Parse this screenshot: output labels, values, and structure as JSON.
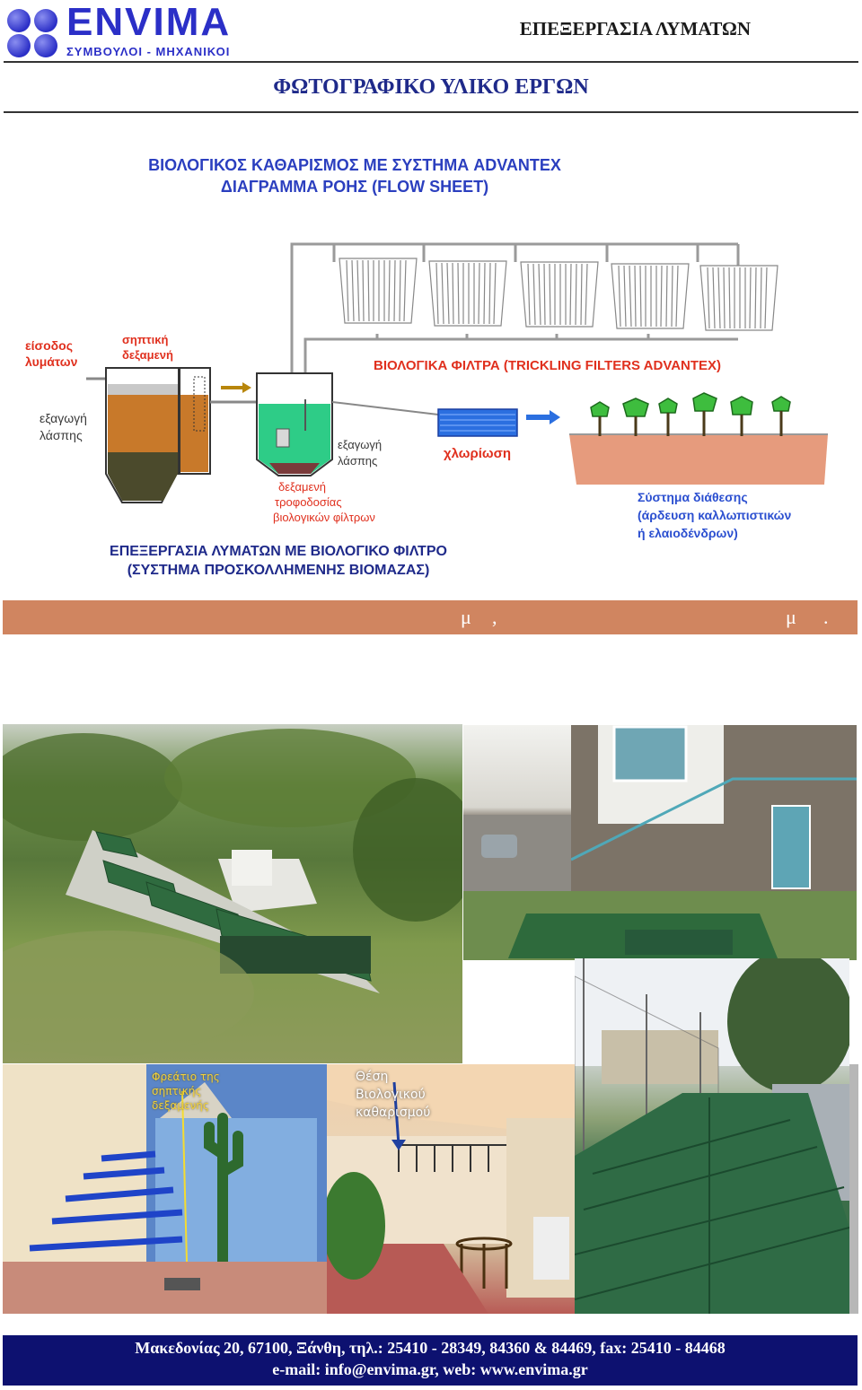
{
  "header": {
    "logo_word": "ENVIMA",
    "logo_subtitle": "ΣΥΜΒΟΥΛΟΙ - ΜΗΧΑΝΙΚΟΙ",
    "title": "ΕΠΕΞΕΡΓΑΣΙΑ ΛΥΜΑΤΩΝ"
  },
  "page_title": "ΦΩΤΟΓΡΑΦΙΚΟ ΥΛΙΚΟ ΕΡΓΩΝ",
  "diagram": {
    "title_line1": "ΒΙΟΛΟΓΙΚΟΣ ΚΑΘΑΡΙΣΜΟΣ ΜΕ ΣΥΣΤΗΜΑ ADVANTEX",
    "title_line2": "ΔΙΑΓΡΑΜΜΑ ΡΟΗΣ (FLOW SHEET)",
    "labels": {
      "inlet": [
        "είσοδος",
        "λυμάτων"
      ],
      "septic": [
        "σηπτική",
        "δεξαμενή"
      ],
      "sludge_out_1": [
        "εξαγωγή",
        "λάσπης"
      ],
      "sludge_out_2": [
        "εξαγωγή",
        "λάσπης"
      ],
      "feed_tank": [
        "δεξαμενή",
        "τροφοδοσίας",
        "βιολογικών φίλτρων"
      ],
      "filters": "ΒΙΟΛΟΓΙΚΑ ΦΙΛΤΡΑ (TRICKLING FILTERS ADVANTEX)",
      "chlorination": "χλωρίωση",
      "disposal": [
        "Σύστημα διάθεσης",
        "(άρδευση καλλωπιστικών",
        "ή ελαιοδένδρων)"
      ]
    },
    "bottom_line1": "ΕΠΕΞΕΡΓΑΣΙΑ ΛΥΜΑΤΩΝ ΜΕ ΒΙΟΛΟΓΙΚΟ ΦΙΛΤΡΟ",
    "bottom_line2": "(ΣΥΣΤΗΜΑ ΠΡΟΣΚΟΛΛΗΜΕΝΗΣ ΒΙΟΜΑΖΑΣ)"
  },
  "band": {
    "mu1": "μ",
    "comma": ",",
    "mu2": "μ",
    "dot": "."
  },
  "photos": {
    "pool_caption": [
      "Φρεάτιο της",
      "σηπτικής",
      "δεξαμενής"
    ],
    "terrace_caption": [
      "Θέση",
      "Βιολογικού",
      "καθαρισμού"
    ]
  },
  "footer": {
    "line1": "Μακεδονίας 20, 67100, Ξάνθη, τηλ.: 25410 - 28349, 84360 & 84469, fax: 25410 - 84468",
    "line2": "e-mail: info@envima.gr, web: www.envima.gr"
  },
  "colors": {
    "brand_blue": "#2b2fc7",
    "band_orange": "#d08560",
    "footer_navy": "#0d1170",
    "label_red": "#e0301e"
  }
}
